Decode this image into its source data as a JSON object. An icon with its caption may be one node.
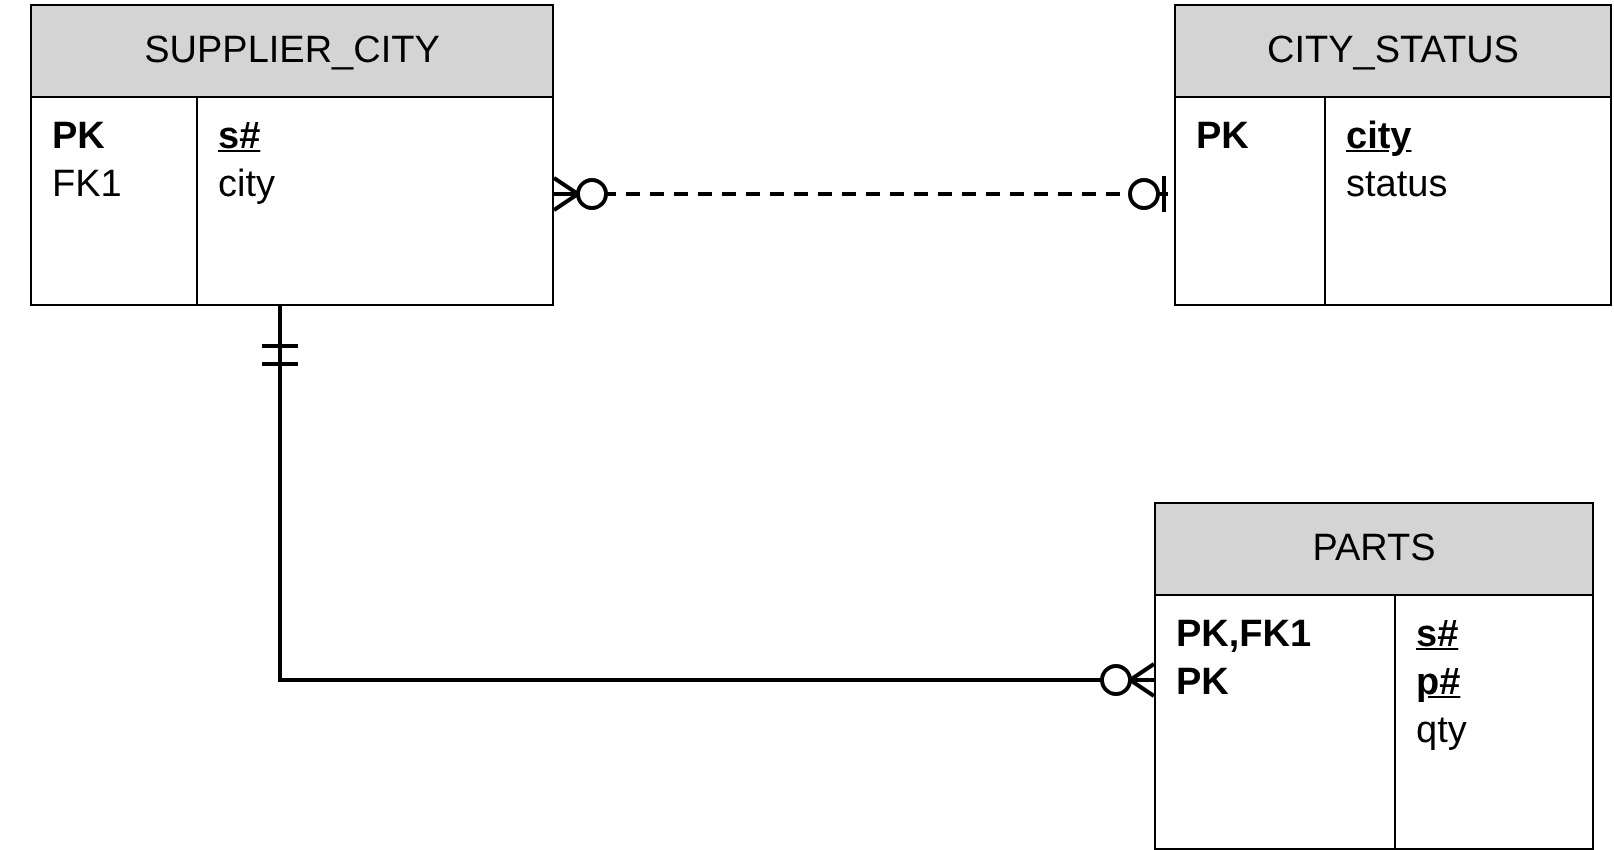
{
  "diagram": {
    "nodes": [
      {
        "text": [
          "SUPPLIER_CITY"
        ]
      },
      {
        "text": [
          "**PK** FK1"
        ],
        "in": 0
      },
      {
        "text": [
          "**s#** city"
        ],
        "in": 0
      },
      {
        "text": [
          "CITY_STATUS"
        ]
      },
      {
        "text": [
          "**PK**"
        ],
        "in": 3
      },
      {
        "text": [
          "**city** status"
        ],
        "in": 3
      },
      {
        "text": [
          "PARTS"
        ]
      },
      {
        "text": [
          "**PK,FK1** **PK**"
        ],
        "in": 6
      },
      {
        "text": [
          "**s#** **p#** qty"
        ],
        "in": 6
      }
    ],
    "edges": [
      {
        "from": 0,
        "to": 3,
        "arrow": "other",
        "style": "dashed"
      },
      {
        "from": 0,
        "to": 6,
        "arrow": "other"
      }
    ]
  }
}
